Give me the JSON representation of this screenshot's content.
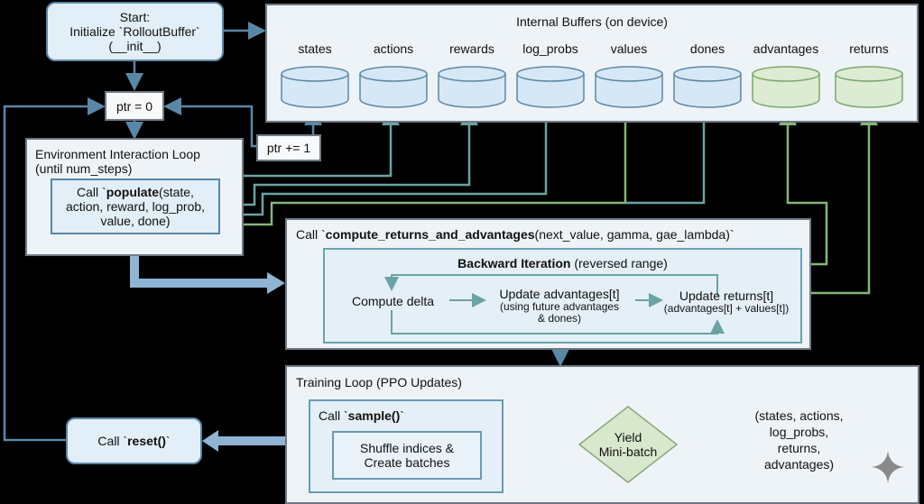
{
  "start": {
    "line1": "Start:",
    "line2": "Initialize `RolloutBuffer`",
    "line3": "(__init__)"
  },
  "ptr_init": "ptr = 0",
  "ptr_inc": "ptr += 1",
  "buffers": {
    "title": "Internal Buffers (on device)",
    "items": [
      {
        "label": "states",
        "kind": "rollout"
      },
      {
        "label": "actions",
        "kind": "rollout"
      },
      {
        "label": "rewards",
        "kind": "rollout"
      },
      {
        "label": "log_probs",
        "kind": "rollout"
      },
      {
        "label": "values",
        "kind": "rollout"
      },
      {
        "label": "dones",
        "kind": "rollout"
      },
      {
        "label": "advantages",
        "kind": "computed"
      },
      {
        "label": "returns",
        "kind": "computed"
      }
    ]
  },
  "env_loop": {
    "title1": "Environment Interaction Loop",
    "title2": "(until num_steps)",
    "populate": {
      "prefix": "Call `",
      "fn": "populate",
      "args1": "(state,",
      "args2": "action, reward, log_prob,",
      "args3": "value, done)"
    }
  },
  "compute": {
    "prefix": "Call `",
    "fn": "compute_returns_and_advantages",
    "args": "(next_value, gamma, gae_lambda)`",
    "backward": {
      "title_bold": "Backward Iteration",
      "title_rest": " (reversed range)"
    },
    "steps": {
      "delta": "Compute delta",
      "adv_main": "Update advantages[t]",
      "adv_sub1": "(using future advantages",
      "adv_sub2": "& dones)",
      "ret_main": "Update returns[t]",
      "ret_sub": "(advantages[t] + values[t])"
    }
  },
  "training": {
    "title": "Training Loop (PPO Updates)",
    "sample": {
      "prefix": "Call `",
      "fn": "sample()",
      "suffix": "`"
    },
    "shuffle1": "Shuffle indices &",
    "shuffle2": "Create batches",
    "yield1": "Yield",
    "yield2": "Mini-batch",
    "outputs": [
      "(states, actions,",
      "log_probs,",
      "returns,",
      "advantages)"
    ]
  },
  "reset": {
    "prefix": "Call `",
    "fn": "reset()",
    "suffix": "`"
  },
  "colors": {
    "rollout": "#d6e8f5",
    "rollout_stroke": "#5a87a8",
    "computed": "#dcebd2",
    "computed_stroke": "#7aa86a",
    "teal": "#6aa3a3",
    "green": "#86b57a",
    "blue_arrow": "#5a87a8"
  }
}
